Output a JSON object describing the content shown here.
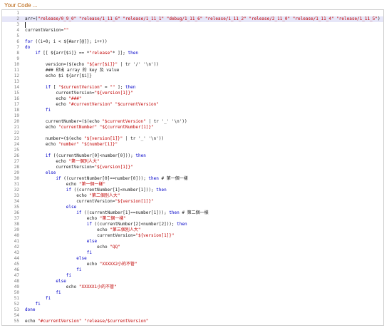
{
  "header": {
    "title": "Your Code ..."
  },
  "editor": {
    "active_line": 2,
    "lines": [
      {
        "n": "1",
        "code": ""
      },
      {
        "n": "2",
        "code": "arr=(\"release/0_9_0\" \"release/1_11_6\" \"release/1_11_1\" \"debug/1_11_6\" \"release/1_11_2\" \"release/2_11_0\" \"release/1_11_4\" \"release/1_11_5\")"
      },
      {
        "n": "3",
        "code": ""
      },
      {
        "n": "4",
        "code": "currentVersion=\"\""
      },
      {
        "n": "5",
        "code": ""
      },
      {
        "n": "6",
        "code": "for ((i=0; i < ${#arr[@]}; i++))"
      },
      {
        "n": "7",
        "code": "do"
      },
      {
        "n": "8",
        "code": "    if [[ ${arr[$i]} == *\"release\"* ]]; then"
      },
      {
        "n": "9",
        "code": ""
      },
      {
        "n": "10",
        "code": "        version=($(echo \"${arr[$i]}\" | tr '/' '\\n'))"
      },
      {
        "n": "11",
        "code": "        ### 印出 array 的 key 及 value"
      },
      {
        "n": "12",
        "code": "        echo $i ${arr[$i]}"
      },
      {
        "n": "13",
        "code": ""
      },
      {
        "n": "14",
        "code": "        if [ \"$currentVersion\" = \"\" ]; then"
      },
      {
        "n": "15",
        "code": "            currentVersion=\"${version[1]}\""
      },
      {
        "n": "16",
        "code": "            echo \"###\""
      },
      {
        "n": "17",
        "code": "            echo \"#currentVersion\" \"$currentVersion\""
      },
      {
        "n": "18",
        "code": "        fi"
      },
      {
        "n": "19",
        "code": ""
      },
      {
        "n": "20",
        "code": "        currentNumber=($(echo \"$currentVersion\" | tr '_' '\\n'))"
      },
      {
        "n": "21",
        "code": "        echo \"currentNumber\" \"${currentNumber[1]}\""
      },
      {
        "n": "22",
        "code": ""
      },
      {
        "n": "23",
        "code": "        number=($(echo \"${version[1]}\" | tr '_' '\\n'))"
      },
      {
        "n": "24",
        "code": "        echo \"number\" \"${number[1]}\""
      },
      {
        "n": "25",
        "code": ""
      },
      {
        "n": "26",
        "code": "        if ((currentNumber[0]<number[0])); then"
      },
      {
        "n": "27",
        "code": "            echo \"第一個別人大\""
      },
      {
        "n": "28",
        "code": "            currentVersion=\"${version[1]}\""
      },
      {
        "n": "29",
        "code": "        else"
      },
      {
        "n": "30",
        "code": "            if ((currentNumber[0]==number[0])); then # 第一個一樣"
      },
      {
        "n": "31",
        "code": "                echo \"第一個一樣\""
      },
      {
        "n": "32",
        "code": "                if ((currentNumber[1]<number[1])); then"
      },
      {
        "n": "33",
        "code": "                    echo \"第二個別人大\""
      },
      {
        "n": "34",
        "code": "                    currentVersion=\"${version[1]}\""
      },
      {
        "n": "35",
        "code": "                else"
      },
      {
        "n": "36",
        "code": "                    if ((currentNumber[1]==number[1])); then # 第二個一樣"
      },
      {
        "n": "37",
        "code": "                        echo \"第二個一樣\""
      },
      {
        "n": "38",
        "code": "                        if ((currentNumber[2]<number[2])); then"
      },
      {
        "n": "39",
        "code": "                            echo \"第三個別人大\""
      },
      {
        "n": "40",
        "code": "                            currentVersion=\"${version[1]}\""
      },
      {
        "n": "41",
        "code": "                        else"
      },
      {
        "n": "42",
        "code": "                            echo \"QQ\""
      },
      {
        "n": "43",
        "code": "                        fi"
      },
      {
        "n": "44",
        "code": "                    else"
      },
      {
        "n": "45",
        "code": "                        echo \"XXXXX2小的不管\""
      },
      {
        "n": "46",
        "code": "                    fi"
      },
      {
        "n": "47",
        "code": "                fi"
      },
      {
        "n": "48",
        "code": "            else"
      },
      {
        "n": "49",
        "code": "                echo \"XXXXX1小的不管\""
      },
      {
        "n": "50",
        "code": "            fi"
      },
      {
        "n": "51",
        "code": "        fi"
      },
      {
        "n": "52",
        "code": "    fi"
      },
      {
        "n": "53",
        "code": "done"
      },
      {
        "n": "54",
        "code": ""
      },
      {
        "n": "55",
        "code": "echo \"#currentVersion\" \"release/$currentVersion\""
      }
    ]
  },
  "colors": {
    "string": "#c00000",
    "keyword": "#0000c8",
    "gutter": "#777777",
    "header": "#b45a00",
    "active_line_bg": "#e6e6f8"
  }
}
